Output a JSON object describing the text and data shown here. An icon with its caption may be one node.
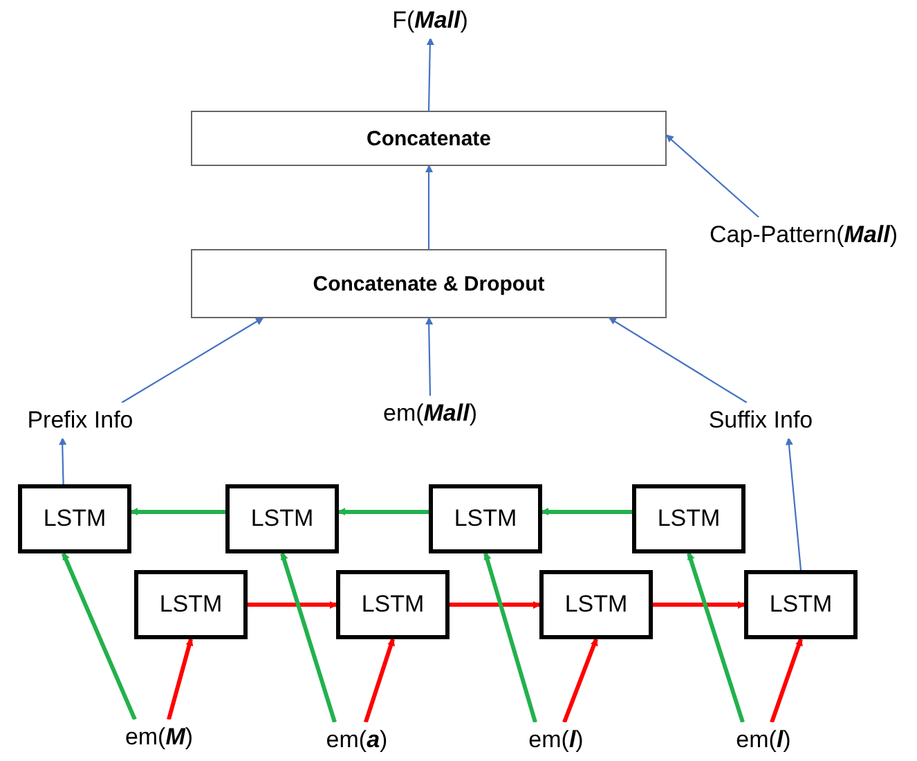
{
  "diagram": {
    "nodes": [
      {
        "text": [
          "F(**Mall**)"
        ]
      },
      {
        "text": [
          "Concatenate"
        ]
      },
      {
        "text": [
          "Cap-Pattern(**Mall**)"
        ]
      },
      {
        "text": [
          "Concatenate & Dropout"
        ]
      },
      {
        "text": [
          "Prefix Info"
        ]
      },
      {
        "text": [
          "em(**Mall**)"
        ]
      },
      {
        "text": [
          "Suffix Info"
        ]
      },
      {
        "text": [
          "LSTM"
        ]
      },
      {
        "text": [
          "LSTM"
        ]
      },
      {
        "text": [
          "LSTM"
        ]
      },
      {
        "text": [
          "LSTM"
        ]
      },
      {
        "text": [
          "LSTM"
        ]
      },
      {
        "text": [
          "LSTM"
        ]
      },
      {
        "text": [
          "LSTM"
        ]
      },
      {
        "text": [
          "LSTM"
        ]
      },
      {
        "text": [
          "em(**M**)"
        ]
      },
      {
        "text": [
          "em(**a**)"
        ]
      },
      {
        "text": [
          "em(**l**)"
        ]
      },
      {
        "text": [
          "em(**l**)"
        ]
      }
    ],
    "edges": [
      {
        "from": 8,
        "to": 7,
        "arrow": "to",
        "color": "#22b14c"
      },
      {
        "from": 9,
        "to": 8,
        "arrow": "to",
        "color": "#22b14c"
      },
      {
        "from": 10,
        "to": 9,
        "arrow": "to",
        "color": "#22b14c"
      },
      {
        "from": 11,
        "to": 12,
        "arrow": "to",
        "color": "#ff0000"
      },
      {
        "from": 12,
        "to": 13,
        "arrow": "to",
        "color": "#ff0000"
      },
      {
        "from": 13,
        "to": 14,
        "arrow": "to",
        "color": "#ff0000"
      },
      {
        "from": 15,
        "to": 7,
        "arrow": "to",
        "color": "#22b14c"
      },
      {
        "from": 15,
        "to": 11,
        "arrow": "to",
        "color": "#ff0000"
      },
      {
        "from": 16,
        "to": 8,
        "arrow": "to",
        "color": "#22b14c"
      },
      {
        "from": 16,
        "to": 12,
        "arrow": "to",
        "color": "#ff0000"
      },
      {
        "from": 17,
        "to": 9,
        "arrow": "to",
        "color": "#22b14c"
      },
      {
        "from": 17,
        "to": 13,
        "arrow": "to",
        "color": "#ff0000"
      },
      {
        "from": 18,
        "to": 10,
        "arrow": "to",
        "color": "#22b14c"
      },
      {
        "from": 18,
        "to": 14,
        "arrow": "to",
        "color": "#ff0000"
      },
      {
        "from": 7,
        "to": 4,
        "arrow": "to"
      },
      {
        "from": 14,
        "to": 6,
        "arrow": "to"
      },
      {
        "from": 4,
        "to": 3,
        "arrow": "to"
      },
      {
        "from": 5,
        "to": 3,
        "arrow": "to"
      },
      {
        "from": 6,
        "to": 3,
        "arrow": "to"
      },
      {
        "from": 3,
        "to": 1,
        "arrow": "to"
      },
      {
        "from": 2,
        "to": 1,
        "arrow": "to"
      },
      {
        "from": 1,
        "to": 0,
        "arrow": "to"
      }
    ]
  }
}
